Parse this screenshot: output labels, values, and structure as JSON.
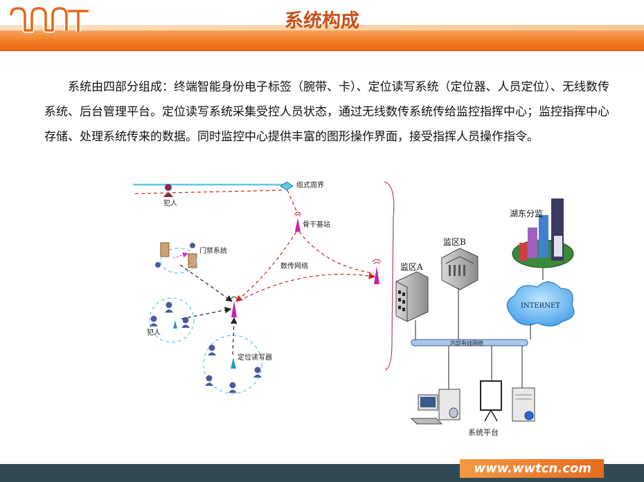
{
  "header": {
    "title": "系统构成"
  },
  "body": {
    "paragraph": "系统由四部分组成：终端智能身份电子标签（腕带、卡）、定位读写系统（定位器、人员定位）、无线数传系统、后台管理平台。定位读写系统采集受控人员状态，通过无线数传系统传给监控指挥中心；监控指挥中心存储、处理系统传来的数据。同时监控中心提供丰富的图形操作界面，接受指挥人员操作指令。"
  },
  "diagram": {
    "labels": {
      "perimeter": "缆式周界",
      "criminal_top": "犯人",
      "backbone": "骨干基站",
      "access_control": "门禁系统",
      "data_network": "数传网络",
      "criminal_left": "犯人",
      "reader": "定位读写器",
      "zone_a": "监区A",
      "zone_b": "监区B",
      "branch": "湖东分监",
      "internet": "INTERNET",
      "lan": "内部有线网络",
      "platform": "系统平台"
    }
  },
  "footer": {
    "url": "www.wwtcn.com"
  },
  "colors": {
    "accent": "#f07a20",
    "footer": "#2f4a55",
    "title": "#c8501a",
    "dash_red": "#cc2222"
  }
}
